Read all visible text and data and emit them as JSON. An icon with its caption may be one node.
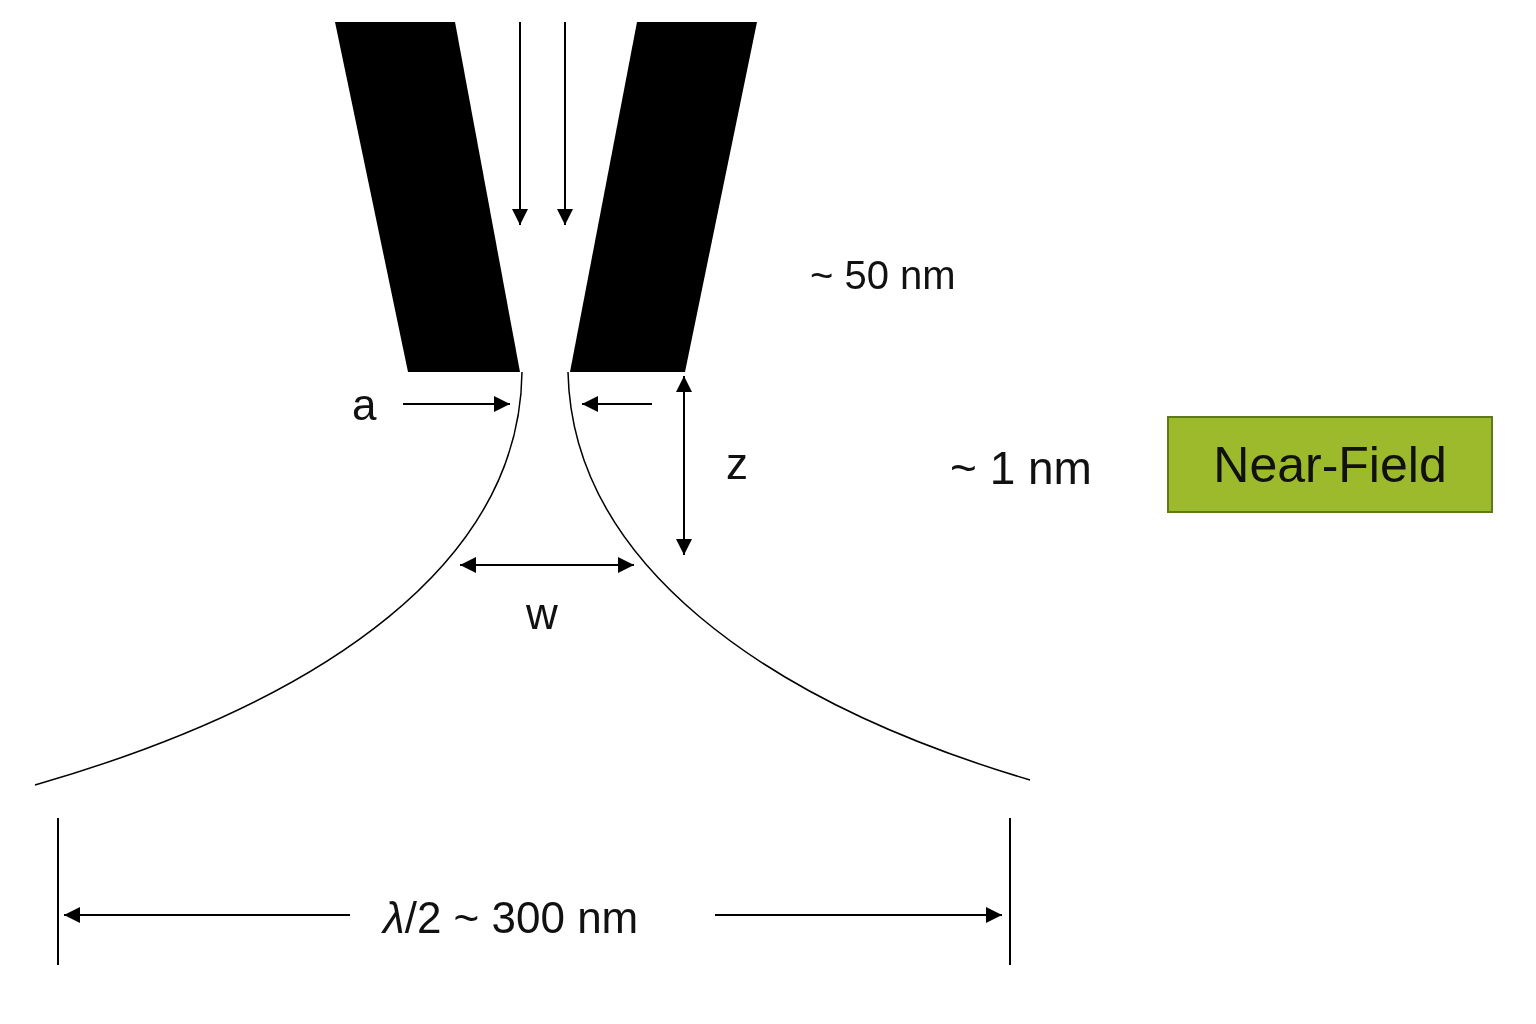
{
  "diagram": {
    "nodes": [
      {
        "text": [
          "Near-Field"
        ]
      }
    ],
    "labels": [
      "~ 50 nm",
      "a",
      "z",
      "~ 1 nm",
      "w",
      "*λ*/2 ~ 300 nm"
    ]
  }
}
